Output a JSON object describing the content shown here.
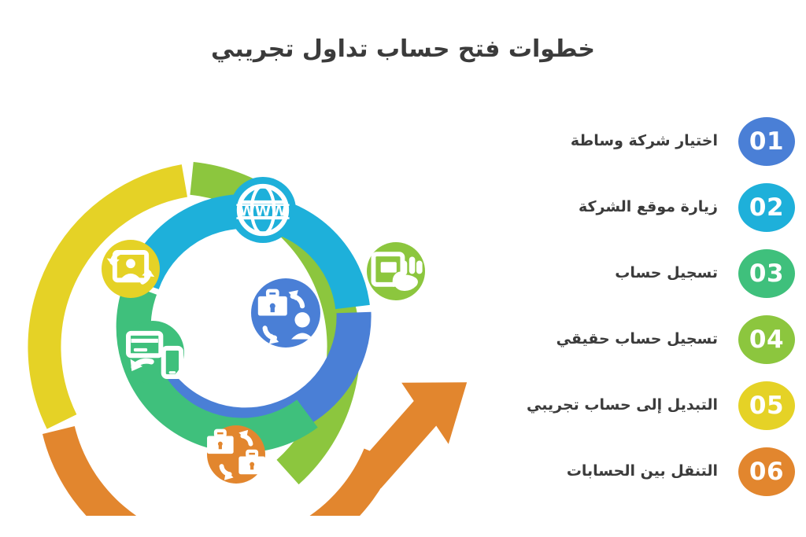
{
  "page": {
    "background_color": "#ffffff",
    "title": "خطوات فتح حساب تداول تجريبي",
    "title_color": "#3b3b3b"
  },
  "legend": {
    "items": [
      {
        "number": "01",
        "label": "اختيار شركة وساطة",
        "color": "#4a7fd6"
      },
      {
        "number": "02",
        "label": "زيارة موقع الشركة",
        "color": "#1eb0da"
      },
      {
        "number": "03",
        "label": "تسجيل حساب",
        "color": "#3fc07c"
      },
      {
        "number": "04",
        "label": "تسجيل حساب حقيقي",
        "color": "#8cc63e"
      },
      {
        "number": "05",
        "label": "التبديل إلى حساب تجريبي",
        "color": "#e5d226"
      },
      {
        "number": "06",
        "label": "التنقل بين الحسابات",
        "color": "#e2862e"
      }
    ]
  },
  "diagram": {
    "type": "concentric-process-ring",
    "outer_ring": {
      "segments": [
        {
          "step": "04",
          "color": "#8cc63e",
          "start_deg": -68,
          "end_deg": 72,
          "icon": "tablet-hand-form-icon"
        },
        {
          "step": "05",
          "color": "#e5d226",
          "start_deg": 200,
          "end_deg": 292,
          "icon": "account-switch-icon"
        },
        {
          "step": "06",
          "color": "#e2862e",
          "start_deg": 72,
          "end_deg": 200,
          "icon": "briefcase-exchange-icon",
          "arrow_head": true
        }
      ]
    },
    "inner_ring": {
      "segments": [
        {
          "step": "02",
          "color": "#1eb0da",
          "start_deg": -90,
          "end_deg": 15,
          "icon": "www-globe-icon"
        },
        {
          "step": "03",
          "color": "#3fc07c",
          "start_deg": 160,
          "end_deg": 270,
          "icon": "card-mobile-icon"
        },
        {
          "step": "01",
          "color": "#4a7fd6",
          "start_deg": 15,
          "end_deg": 160,
          "icon": "briefcase-person-exchange-icon"
        }
      ]
    },
    "icons": [
      {
        "name": "account-switch-icon",
        "color": "#e5d226",
        "tooltip": "التبديل إلى حساب تجريبي"
      },
      {
        "name": "tablet-hand-form-icon",
        "color": "#8cc63e",
        "tooltip": "تسجيل حساب حقيقي"
      },
      {
        "name": "card-mobile-icon",
        "color": "#3fc07c",
        "tooltip": "تسجيل حساب"
      },
      {
        "name": "www-globe-icon",
        "color": "#1eb0da",
        "tooltip": "زيارة موقع الشركة"
      },
      {
        "name": "briefcase-person-exchange-icon",
        "color": "#4a7fd6",
        "tooltip": "اختيار شركة وساطة"
      },
      {
        "name": "briefcase-exchange-icon",
        "color": "#e2862e",
        "tooltip": "التنقل بين الحسابات"
      }
    ]
  }
}
